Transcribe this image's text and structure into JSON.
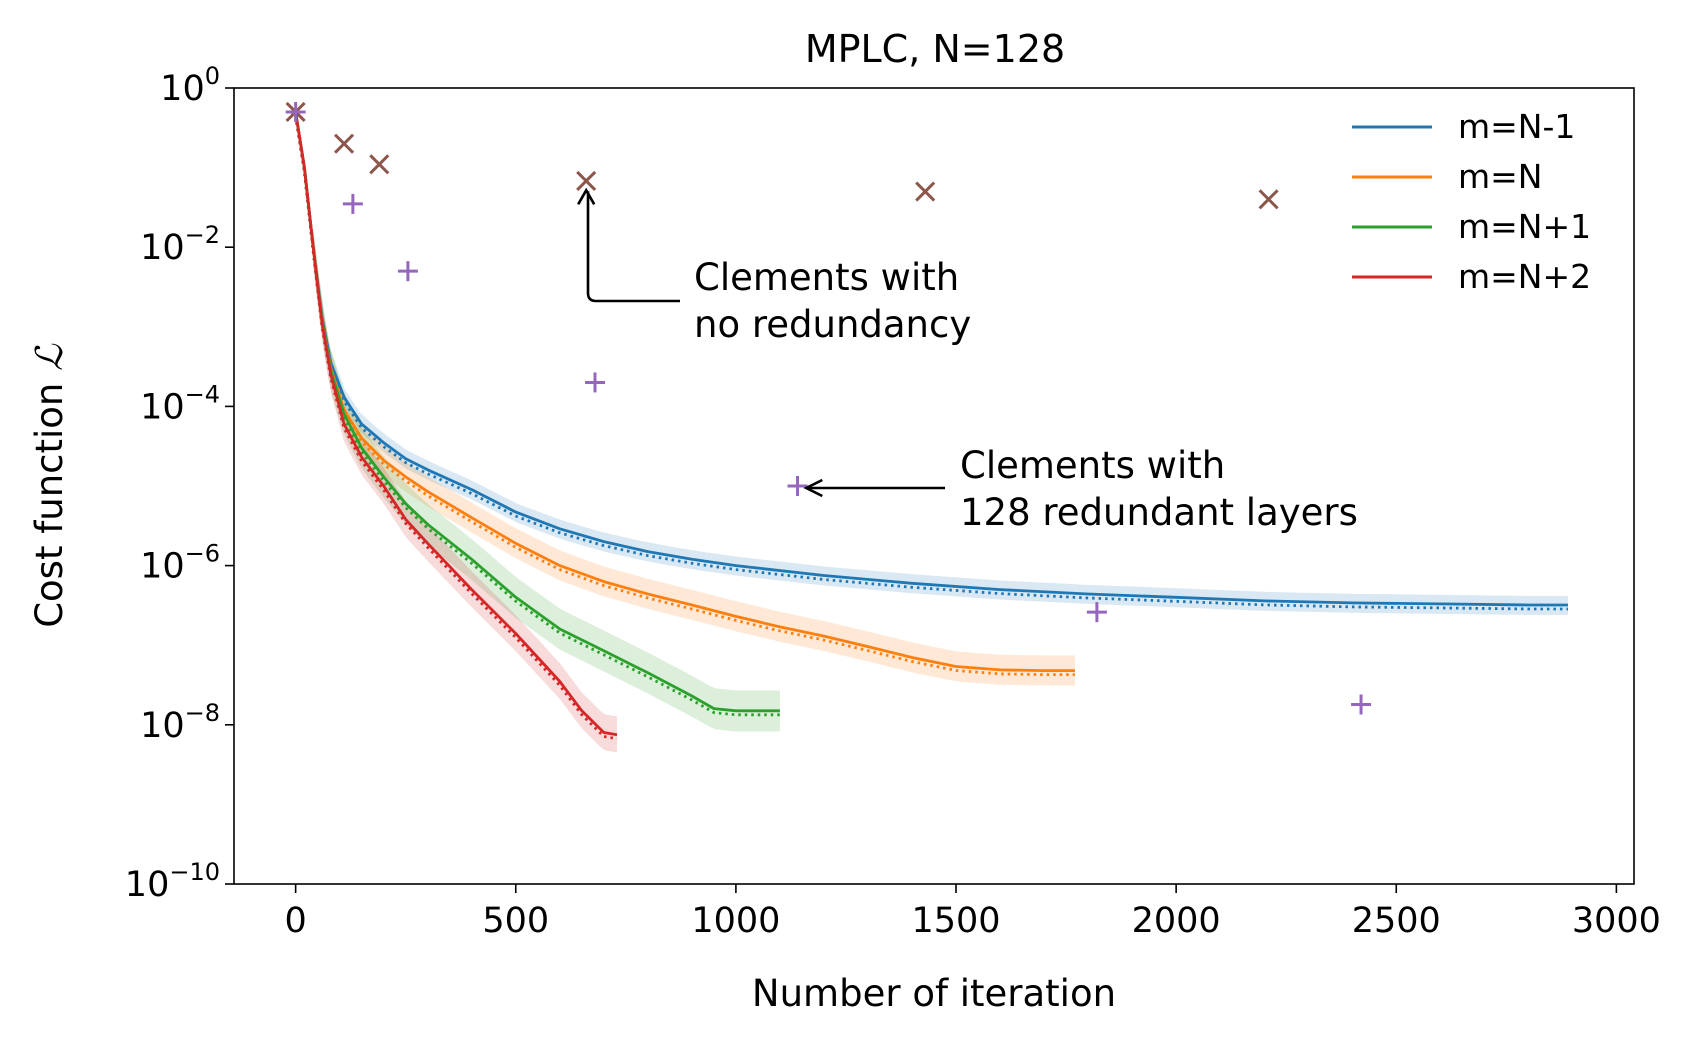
{
  "chart_data": {
    "type": "line",
    "title": "MPLC, N=128",
    "xlabel": "Number of iteration",
    "ylabel": "Cost function",
    "ylabel_symbol": "ℒ",
    "xlim": [
      -140,
      3040
    ],
    "ylim": [
      1e-10,
      1
    ],
    "yscale": "log",
    "x_ticks": [
      0,
      500,
      1000,
      1500,
      2000,
      2500,
      3000
    ],
    "y_ticks": [
      {
        "exp": 0,
        "base": "10",
        "sup": "0"
      },
      {
        "exp": -2,
        "base": "10",
        "sup": "−2"
      },
      {
        "exp": -4,
        "base": "10",
        "sup": "−4"
      },
      {
        "exp": -6,
        "base": "10",
        "sup": "−6"
      },
      {
        "exp": -8,
        "base": "10",
        "sup": "−8"
      },
      {
        "exp": -10,
        "base": "10",
        "sup": "−10"
      }
    ],
    "legend_position": "top-right",
    "series": [
      {
        "name": "m=N-1",
        "color": "#1f77b4",
        "points": [
          [
            0,
            0.5
          ],
          [
            20,
            0.1
          ],
          [
            40,
            0.01
          ],
          [
            60,
            0.0013
          ],
          [
            80,
            0.00035
          ],
          [
            110,
            0.00013
          ],
          [
            150,
            6e-05
          ],
          [
            200,
            3.5e-05
          ],
          [
            250,
            2.2e-05
          ],
          [
            300,
            1.6e-05
          ],
          [
            400,
            9e-06
          ],
          [
            500,
            4.7e-06
          ],
          [
            600,
            2.9e-06
          ],
          [
            700,
            2e-06
          ],
          [
            800,
            1.5e-06
          ],
          [
            900,
            1.2e-06
          ],
          [
            1000,
            1e-06
          ],
          [
            1200,
            7.5e-07
          ],
          [
            1400,
            6e-07
          ],
          [
            1600,
            5e-07
          ],
          [
            1800,
            4.4e-07
          ],
          [
            2000,
            4e-07
          ],
          [
            2200,
            3.6e-07
          ],
          [
            2400,
            3.4e-07
          ],
          [
            2600,
            3.3e-07
          ],
          [
            2800,
            3.2e-07
          ],
          [
            2890,
            3.2e-07
          ]
        ],
        "band": [
          0.75,
          1.3
        ]
      },
      {
        "name": "m=N",
        "color": "#ff7f0e",
        "points": [
          [
            0,
            0.5
          ],
          [
            20,
            0.1
          ],
          [
            40,
            0.01
          ],
          [
            60,
            0.0012
          ],
          [
            80,
            0.0003
          ],
          [
            110,
            9e-05
          ],
          [
            150,
            4e-05
          ],
          [
            200,
            2.1e-05
          ],
          [
            250,
            1.3e-05
          ],
          [
            300,
            8.5e-06
          ],
          [
            400,
            4e-06
          ],
          [
            500,
            1.9e-06
          ],
          [
            600,
            1e-06
          ],
          [
            700,
            6.3e-07
          ],
          [
            800,
            4.4e-07
          ],
          [
            900,
            3.2e-07
          ],
          [
            1000,
            2.3e-07
          ],
          [
            1100,
            1.7e-07
          ],
          [
            1200,
            1.3e-07
          ],
          [
            1300,
            9.6e-08
          ],
          [
            1400,
            7e-08
          ],
          [
            1500,
            5.4e-08
          ],
          [
            1600,
            4.9e-08
          ],
          [
            1700,
            4.8e-08
          ],
          [
            1770,
            4.8e-08
          ]
        ],
        "band": [
          0.65,
          1.55
        ]
      },
      {
        "name": "m=N+1",
        "color": "#2ca02c",
        "points": [
          [
            0,
            0.5
          ],
          [
            20,
            0.1
          ],
          [
            40,
            0.01
          ],
          [
            60,
            0.0012
          ],
          [
            80,
            0.00028
          ],
          [
            110,
            8e-05
          ],
          [
            150,
            3e-05
          ],
          [
            200,
            1.3e-05
          ],
          [
            250,
            6e-06
          ],
          [
            300,
            3.3e-06
          ],
          [
            400,
            1.2e-06
          ],
          [
            500,
            4e-07
          ],
          [
            600,
            1.6e-07
          ],
          [
            700,
            8.5e-08
          ],
          [
            800,
            4.5e-08
          ],
          [
            900,
            2.3e-08
          ],
          [
            950,
            1.6e-08
          ],
          [
            1000,
            1.5e-08
          ],
          [
            1100,
            1.5e-08
          ]
        ],
        "band": [
          0.55,
          1.8
        ]
      },
      {
        "name": "m=N+2",
        "color": "#d62728",
        "points": [
          [
            0,
            0.5
          ],
          [
            20,
            0.1
          ],
          [
            40,
            0.01
          ],
          [
            60,
            0.0011
          ],
          [
            80,
            0.00025
          ],
          [
            110,
            6e-05
          ],
          [
            150,
            2.3e-05
          ],
          [
            200,
            1e-05
          ],
          [
            250,
            3.8e-06
          ],
          [
            300,
            1.9e-06
          ],
          [
            400,
            5e-07
          ],
          [
            500,
            1.4e-07
          ],
          [
            550,
            7e-08
          ],
          [
            600,
            3.5e-08
          ],
          [
            650,
            1.5e-08
          ],
          [
            700,
            8e-09
          ],
          [
            730,
            7.5e-09
          ]
        ],
        "band": [
          0.6,
          1.7
        ]
      }
    ],
    "markers": [
      {
        "name": "Clements with no redundancy",
        "symbol": "x",
        "color": "#8c564b",
        "points": [
          [
            0,
            0.5
          ],
          [
            110,
            0.2
          ],
          [
            190,
            0.11
          ],
          [
            660,
            0.068
          ],
          [
            1430,
            0.05
          ],
          [
            2210,
            0.04
          ]
        ]
      },
      {
        "name": "Clements with 128 redundant layers",
        "symbol": "+",
        "color": "#9467bd",
        "points": [
          [
            0,
            0.5
          ],
          [
            130,
            0.035
          ],
          [
            255,
            0.005
          ],
          [
            680,
            0.0002
          ],
          [
            1140,
            1e-05
          ],
          [
            1820,
            2.6e-07
          ],
          [
            2420,
            1.8e-08
          ]
        ]
      }
    ],
    "annotations": [
      {
        "lines": [
          "Clements with",
          "no redundancy"
        ],
        "text_at": [
          900,
          0.0025
        ],
        "arrow_to": [
          660,
          0.055
        ]
      },
      {
        "lines": [
          "Clements with",
          "128 redundant layers"
        ],
        "text_at": [
          1500,
          1.1e-05
        ],
        "arrow_to": [
          1160,
          1e-05
        ]
      }
    ]
  }
}
